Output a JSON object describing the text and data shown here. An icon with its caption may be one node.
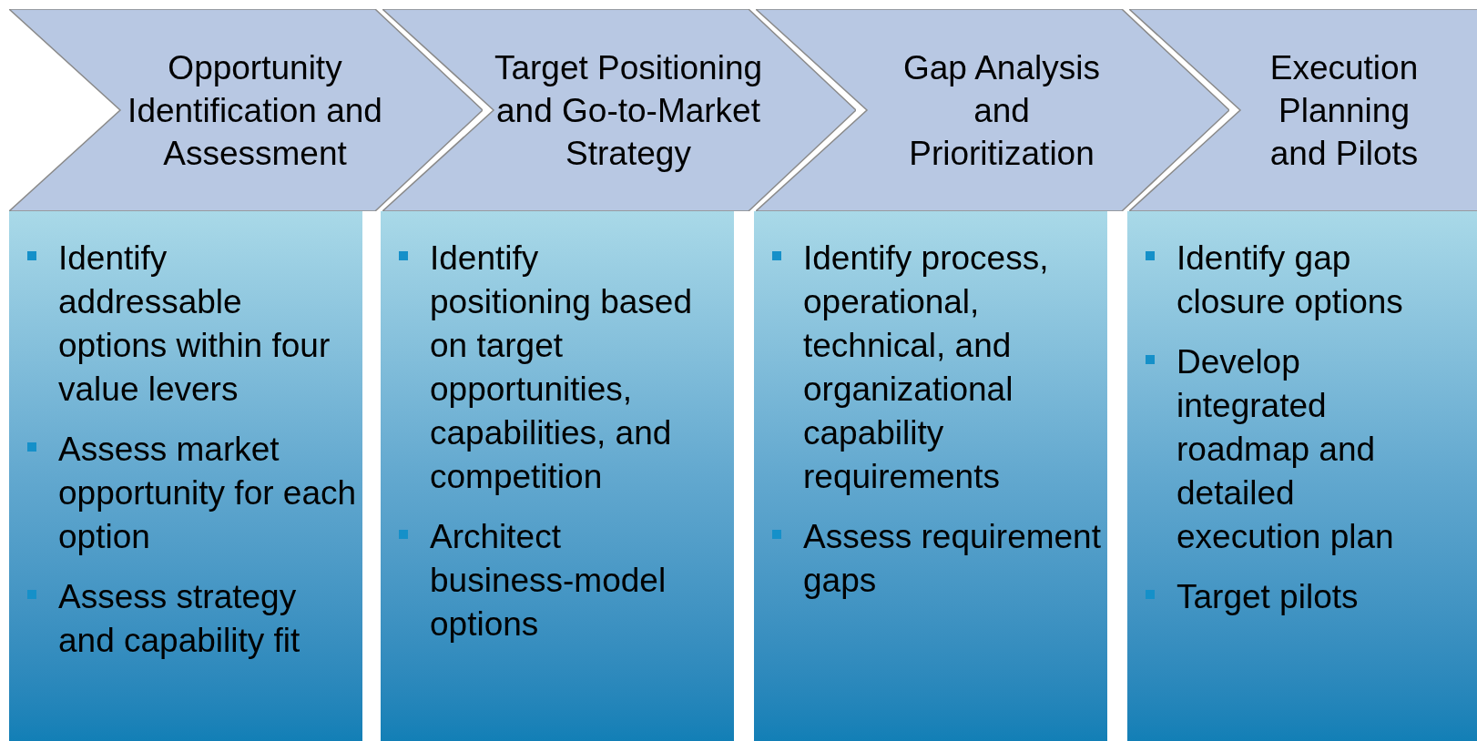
{
  "diagram": {
    "nodes": [
      {
        "text": [
          "Opportunity Identification and Assessment"
        ]
      },
      {
        "text": [
          "Target Positioning and Go-to-Market Strategy"
        ]
      },
      {
        "text": [
          "Gap Analysis and Prioritization"
        ]
      },
      {
        "text": [
          "Execution Planning and Pilots"
        ]
      },
      {
        "text": [
          "Identify addressable options within four value levers",
          "Assess market opportunity for each option",
          "Assess strategy and capability fit"
        ]
      },
      {
        "text": [
          "Identify positioning based on target opportunities, capabilities, and competition",
          "Architect business-model options"
        ]
      },
      {
        "text": [
          "Identify process, operational, technical, and organizational capability requirements",
          "Assess requirement gaps"
        ]
      },
      {
        "text": [
          "Identify gap closure options",
          "Develop integrated roadmap and detailed execution plan",
          "Target pilots"
        ]
      }
    ]
  }
}
